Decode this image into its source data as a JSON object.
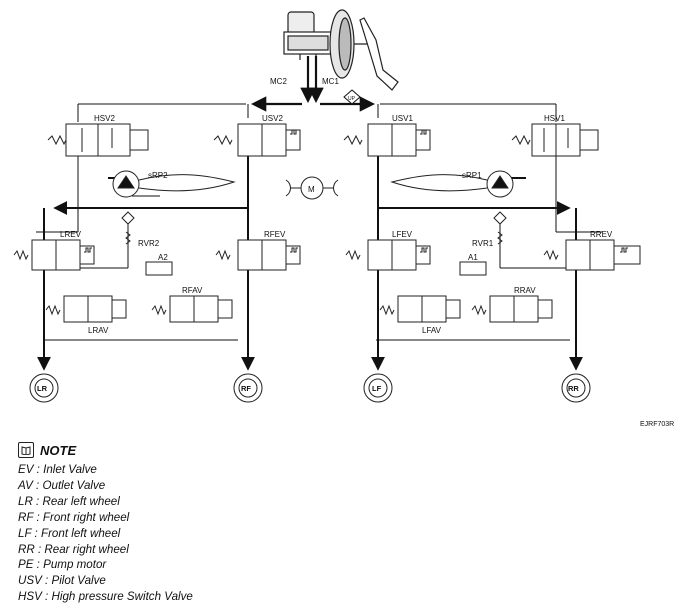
{
  "figure_code": "EJRF703R",
  "top_labels": {
    "mc2": "MC2",
    "mc1": "MC1",
    "up": "UP"
  },
  "valves": {
    "hsv2": "HSV2",
    "usv2": "USV2",
    "usv1": "USV1",
    "hsv1": "HSV1",
    "srp2": "sRP2",
    "srp1": "sRP1",
    "motor": "M",
    "lrev": "LREV",
    "rvr2": "RVR2",
    "a2": "A2",
    "rfev": "RFEV",
    "lfev": "LFEV",
    "rvr1": "RVR1",
    "a1": "A1",
    "rrev": "RREV",
    "lrav": "LRAV",
    "rfav": "RFAV",
    "lfav": "LFAV",
    "rrav": "RRAV"
  },
  "wheels": {
    "lr": "LR",
    "rf": "RF",
    "lf": "LF",
    "rr": "RR"
  },
  "note": {
    "title": "NOTE",
    "items": [
      "EV : Inlet Valve",
      "AV : Outlet Valve",
      "LR : Rear left wheel",
      "RF : Front right wheel",
      "LF : Front left wheel",
      "RR : Rear right wheel",
      "PE : Pump motor",
      "USV : Pilot Valve",
      "HSV : High pressure Switch Valve"
    ]
  }
}
